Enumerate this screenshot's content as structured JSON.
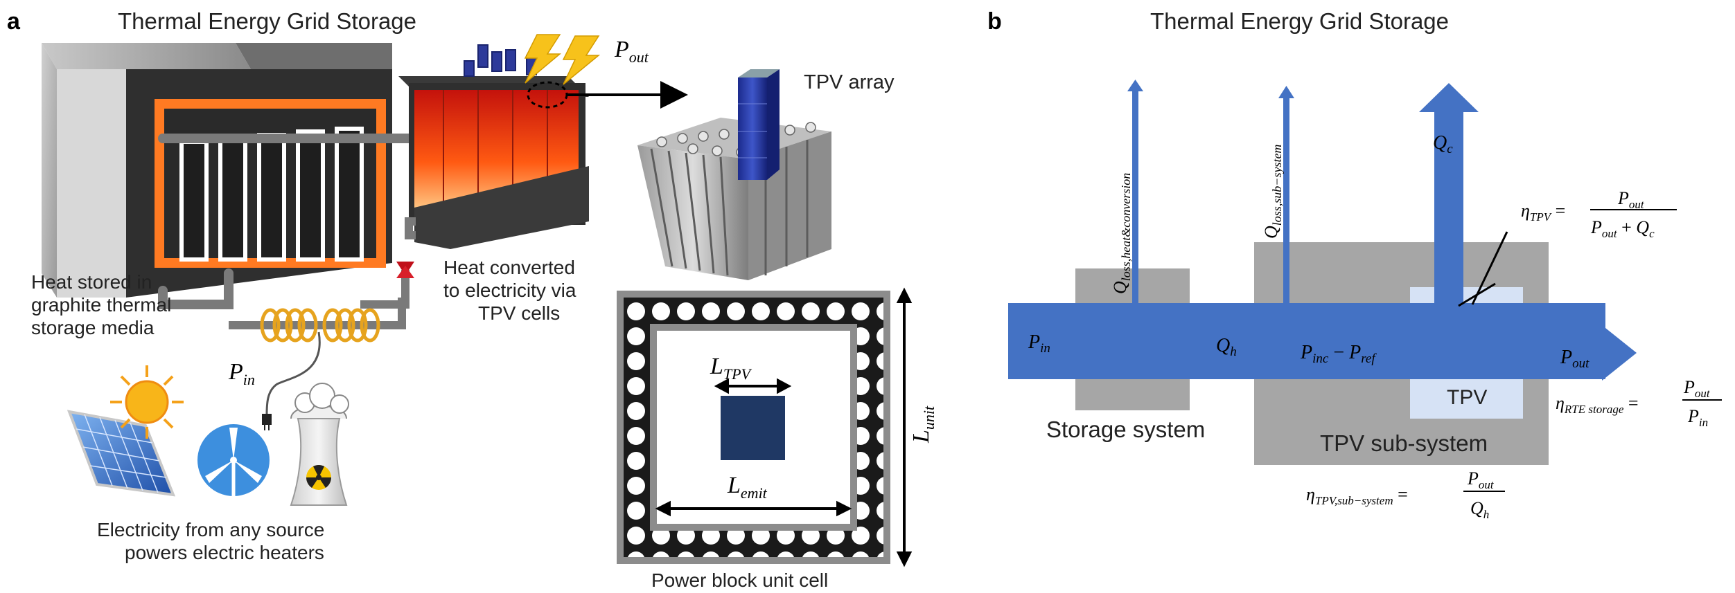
{
  "panel_a": {
    "letter": "a",
    "title": "Thermal Energy Grid Storage",
    "p_out": {
      "base": "P",
      "sub": "out"
    },
    "tpv_array": "TPV array",
    "heat_stored": [
      "Heat stored in",
      "graphite thermal",
      "storage media"
    ],
    "heat_converted": [
      "Heat converted",
      "to electricity via",
      "TPV cells"
    ],
    "p_in": {
      "base": "P",
      "sub": "in"
    },
    "electricity": [
      "Electricity from any source",
      "powers electric heaters"
    ],
    "l_tpv": {
      "base": "L",
      "sub": "TPV"
    },
    "l_emit": {
      "base": "L",
      "sub": "emit"
    },
    "l_unit": {
      "base": "L",
      "sub": "unit"
    },
    "unit_cell_caption": "Power block unit cell"
  },
  "panel_b": {
    "letter": "b",
    "title": "Thermal Energy Grid Storage",
    "q_loss_hc": {
      "base": "Q",
      "sub": "loss,heat&conversion"
    },
    "q_loss_ss": {
      "base": "Q",
      "sub": "loss,sub−system"
    },
    "q_c": {
      "base": "Q",
      "sub": "c"
    },
    "p_in": {
      "base": "P",
      "sub": "in"
    },
    "q_h": {
      "base": "Q",
      "sub": "h"
    },
    "p_inc_ref": {
      "a": "P",
      "a_sub": "inc",
      "minus": " − ",
      "b": "P",
      "b_sub": "ref"
    },
    "p_out": {
      "base": "P",
      "sub": "out"
    },
    "tpv": "TPV",
    "storage_system": "Storage system",
    "tpv_subsystem": "TPV sub-system",
    "eta_tpv": {
      "lhs": "η",
      "lhs_sub": "TPV",
      "num": "P",
      "num_sub": "out",
      "den_a": "P",
      "den_a_sub": "out",
      "den_plus": " + ",
      "den_b": "Q",
      "den_b_sub": "c"
    },
    "eta_rte": {
      "lhs": "η",
      "lhs_sub": "RTE storage",
      "num": "P",
      "num_sub": "out",
      "den": "P",
      "den_sub": "in"
    },
    "eta_tpv_ss": {
      "lhs": "η",
      "lhs_sub": "TPV,sub−system",
      "num": "P",
      "num_sub": "out",
      "den": "Q",
      "den_sub": "h"
    },
    "equals": " = "
  },
  "colors": {
    "flow_blue": "#4472c4",
    "box_gray": "#a6a6a6",
    "tpv_light": "#d6e2f5",
    "emitter_navy": "#1f3864",
    "graphite": "#3a3a3a",
    "heater_glow": "#ff6a1a",
    "bolt_yellow": "#f7c21b"
  },
  "icons": {
    "bolts": "lightning-bolt-icon",
    "solar": "solar-panel-icon",
    "sun": "sun-icon",
    "wind": "wind-turbine-icon",
    "nuclear": "nuclear-plant-icon",
    "plug": "power-plug-icon",
    "coil": "heater-coil-icon",
    "valve": "valve-icon"
  }
}
